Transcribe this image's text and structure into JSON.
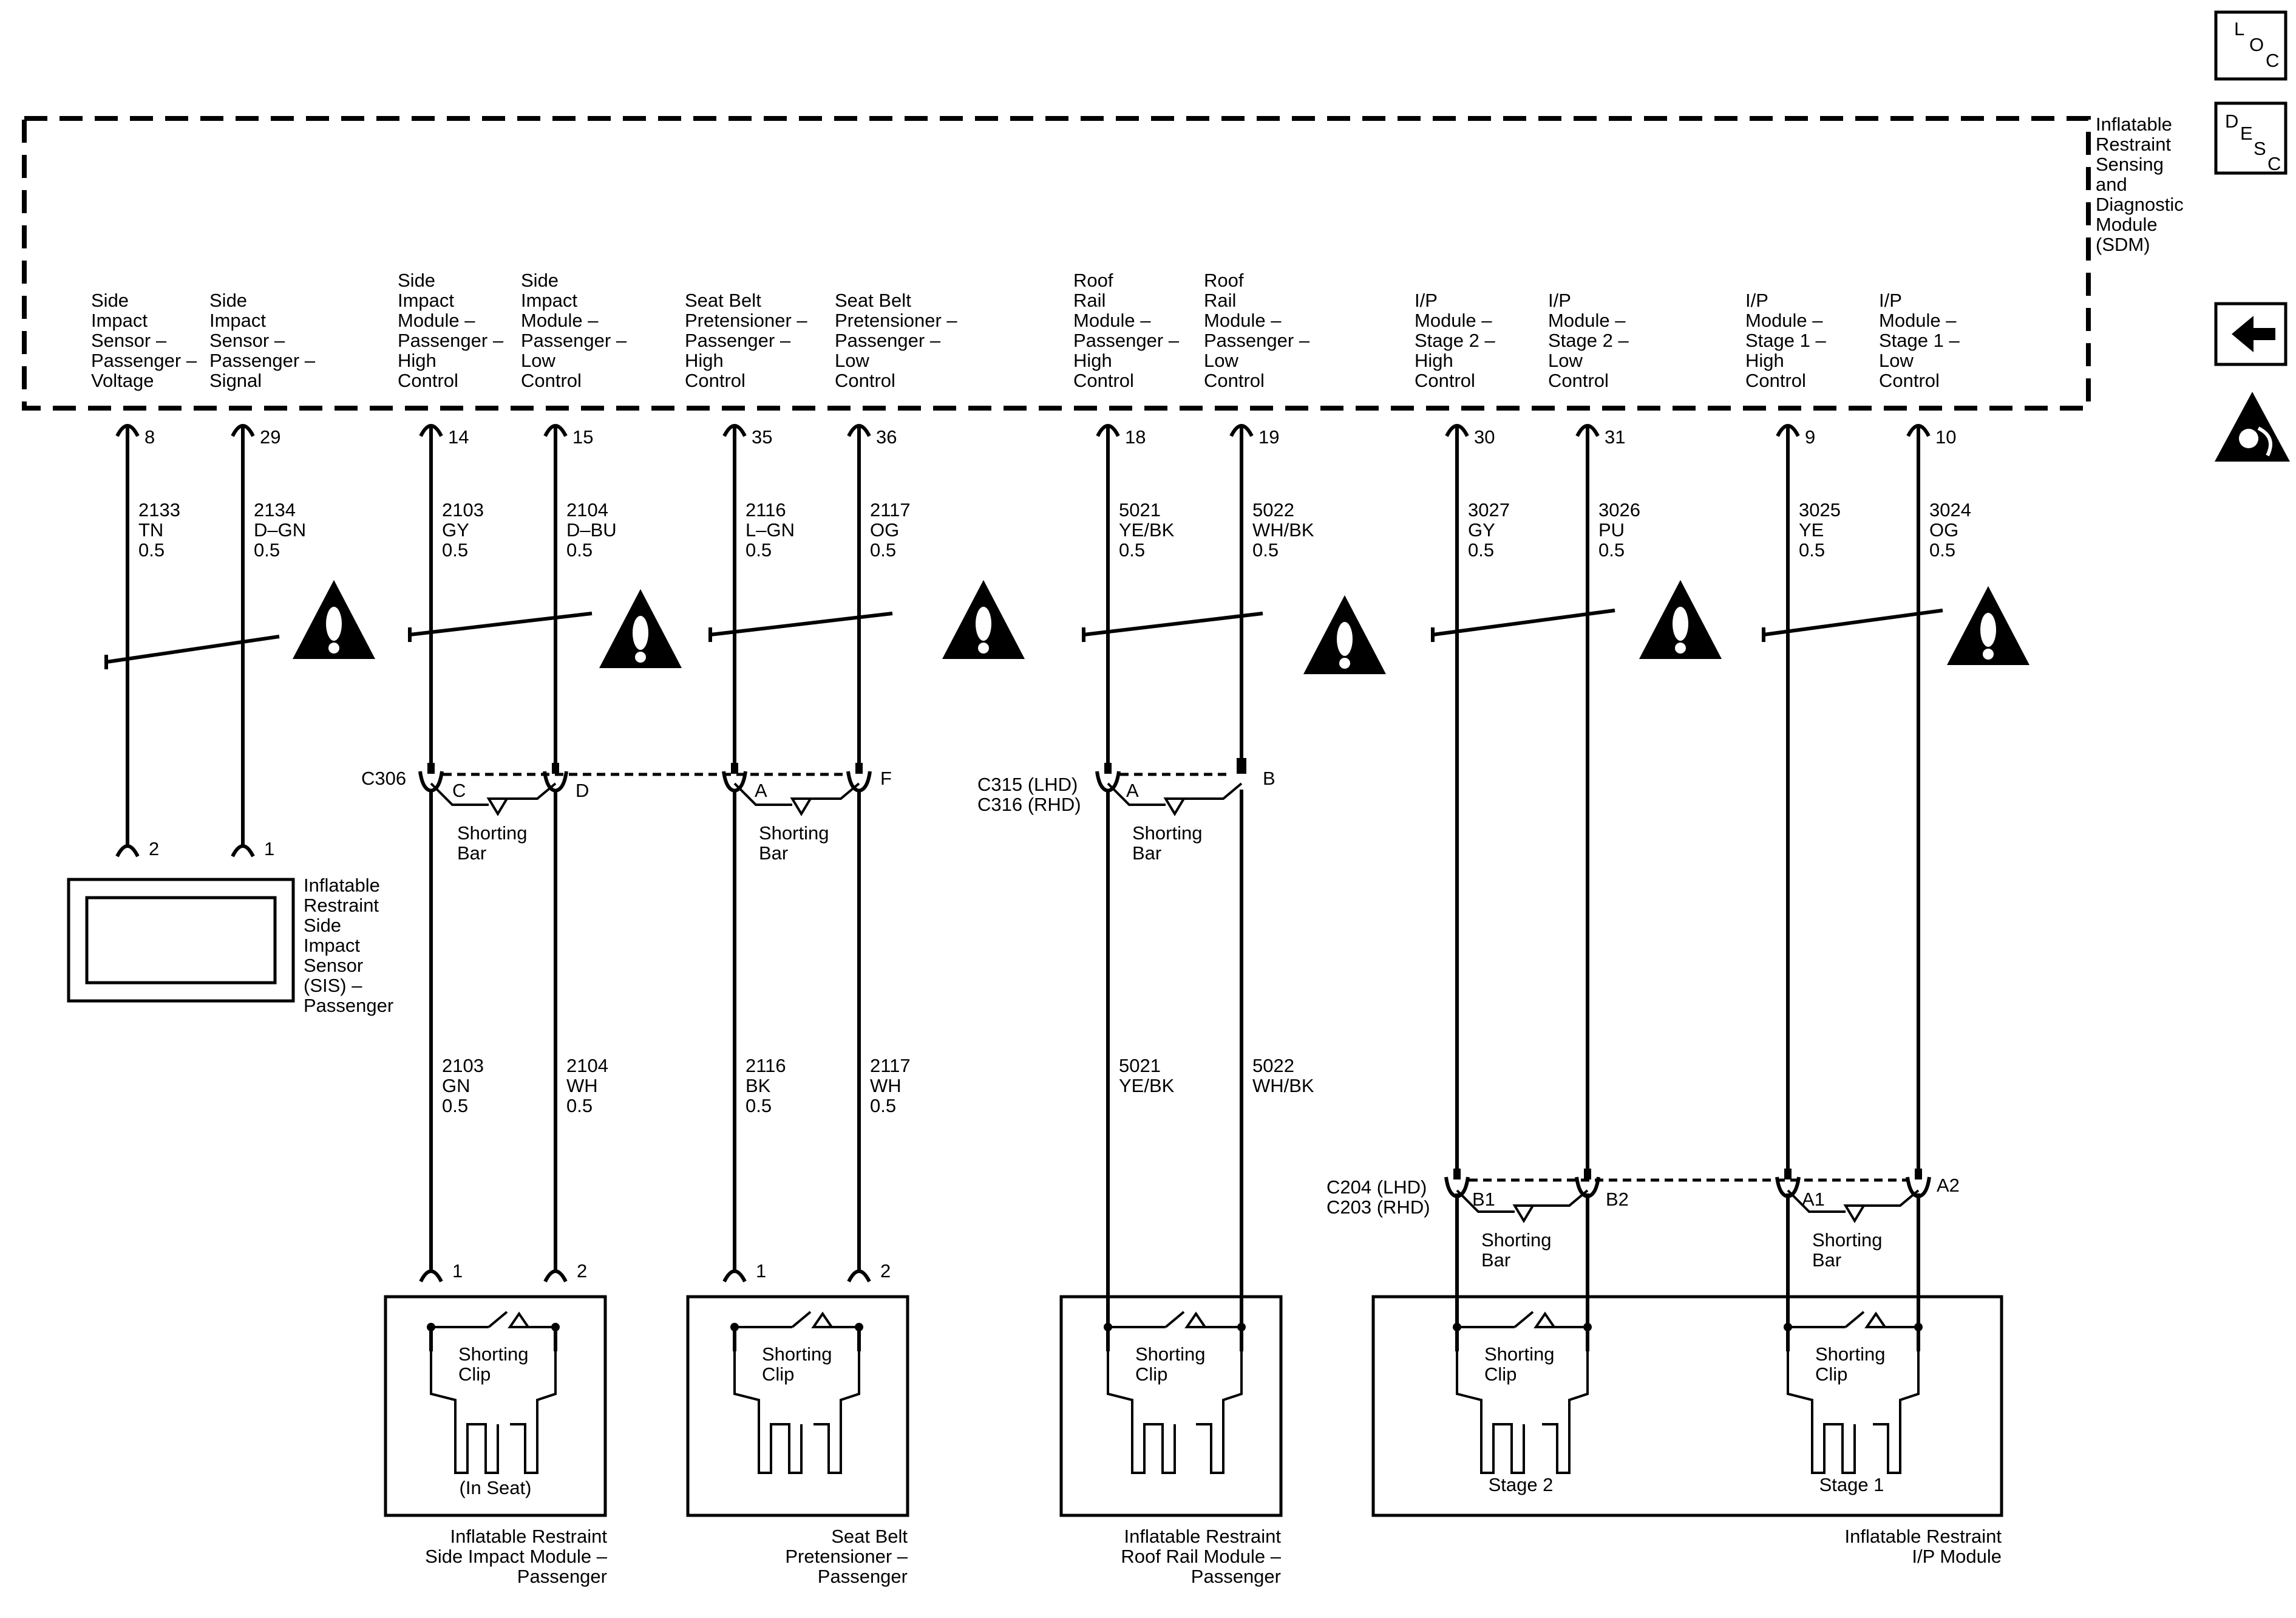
{
  "icons": {
    "loc": {
      "letters": [
        "L",
        "O",
        "C"
      ],
      "name": "loc-icon"
    },
    "desc": {
      "letters": [
        "D",
        "E",
        "S",
        "C"
      ],
      "name": "desc-icon"
    },
    "back": {
      "name": "back-arrow-icon"
    },
    "airbag": {
      "name": "airbag-symbol-icon"
    },
    "warning": {
      "name": "warning-triangle-icon",
      "glyph": "!"
    }
  },
  "sdm": {
    "label": [
      "Inflatable",
      "Restraint",
      "Sensing",
      "and",
      "Diagnostic",
      "Module",
      "(SDM)"
    ]
  },
  "circuits": [
    {
      "id": "c8",
      "pin": "8",
      "func": [
        "Side",
        "Impact",
        "Sensor –",
        "Passenger –",
        "Voltage"
      ],
      "upper": [
        "2133",
        "TN",
        "0.5"
      ]
    },
    {
      "id": "c29",
      "pin": "29",
      "func": [
        "Side",
        "Impact",
        "Sensor –",
        "Passenger –",
        "Signal"
      ],
      "upper": [
        "2134",
        "D–GN",
        "0.5"
      ]
    },
    {
      "id": "c14",
      "pin": "14",
      "func": [
        "Side",
        "Impact",
        "Module –",
        "Passenger –",
        "High",
        "Control"
      ],
      "upper": [
        "2103",
        "GY",
        "0.5"
      ],
      "lower": [
        "2103",
        "GN",
        "0.5"
      ]
    },
    {
      "id": "c15",
      "pin": "15",
      "func": [
        "Side",
        "Impact",
        "Module –",
        "Passenger –",
        "Low",
        "Control"
      ],
      "upper": [
        "2104",
        "D–BU",
        "0.5"
      ],
      "lower": [
        "2104",
        "WH",
        "0.5"
      ]
    },
    {
      "id": "c35",
      "pin": "35",
      "func": [
        "Seat Belt",
        "Pretensioner –",
        "Passenger –",
        "High",
        "Control"
      ],
      "upper": [
        "2116",
        "L–GN",
        "0.5"
      ],
      "lower": [
        "2116",
        "BK",
        "0.5"
      ]
    },
    {
      "id": "c36",
      "pin": "36",
      "func": [
        "Seat Belt",
        "Pretensioner –",
        "Passenger –",
        "Low",
        "Control"
      ],
      "upper": [
        "2117",
        "OG",
        "0.5"
      ],
      "lower": [
        "2117",
        "WH",
        "0.5"
      ]
    },
    {
      "id": "c18",
      "pin": "18",
      "func": [
        "Roof",
        "Rail",
        "Module –",
        "Passenger –",
        "High",
        "Control"
      ],
      "upper": [
        "5021",
        "YE/BK",
        "0.5"
      ],
      "lower": [
        "5021",
        "YE/BK"
      ]
    },
    {
      "id": "c19",
      "pin": "19",
      "func": [
        "Roof",
        "Rail",
        "Module –",
        "Passenger –",
        "Low",
        "Control"
      ],
      "upper": [
        "5022",
        "WH/BK",
        "0.5"
      ],
      "lower": [
        "5022",
        "WH/BK"
      ]
    },
    {
      "id": "c30",
      "pin": "30",
      "func": [
        "I/P",
        "Module –",
        "Stage 2 –",
        "High",
        "Control"
      ],
      "upper": [
        "3027",
        "GY",
        "0.5"
      ]
    },
    {
      "id": "c31",
      "pin": "31",
      "func": [
        "I/P",
        "Module –",
        "Stage 2 –",
        "Low",
        "Control"
      ],
      "upper": [
        "3026",
        "PU",
        "0.5"
      ]
    },
    {
      "id": "c9",
      "pin": "9",
      "func": [
        "I/P",
        "Module –",
        "Stage 1 –",
        "High",
        "Control"
      ],
      "upper": [
        "3025",
        "YE",
        "0.5"
      ]
    },
    {
      "id": "c10",
      "pin": "10",
      "func": [
        "I/P",
        "Module –",
        "Stage 1 –",
        "Low",
        "Control"
      ],
      "upper": [
        "3024",
        "OG",
        "0.5"
      ]
    }
  ],
  "connectors": {
    "c306": {
      "name": [
        "C306"
      ],
      "pins": [
        "C",
        "D",
        "A",
        "F"
      ]
    },
    "c315": {
      "name": [
        "C315 (LHD)",
        "C316 (RHD)"
      ],
      "pins": [
        "A",
        "B"
      ]
    },
    "c204": {
      "name": [
        "C204 (LHD)",
        "C203 (RHD)"
      ],
      "pins": [
        "B1",
        "B2",
        "A1",
        "A2"
      ]
    },
    "sensor_pins": [
      "2",
      "1"
    ],
    "module_pins": [
      "1",
      "2",
      "1",
      "2"
    ]
  },
  "shorting_bar": [
    "Shorting",
    "Bar"
  ],
  "shorting_clip": [
    "Shorting",
    "Clip"
  ],
  "components": {
    "sis": [
      "Inflatable",
      "Restraint",
      "Side",
      "Impact",
      "Sensor",
      "(SIS) –",
      "Passenger"
    ],
    "side_module": {
      "inner": "(In Seat)",
      "label": [
        "Inflatable Restraint",
        "Side Impact Module –",
        "Passenger"
      ]
    },
    "pretensioner": {
      "label": [
        "Seat Belt",
        "Pretensioner –",
        "Passenger"
      ]
    },
    "roof_rail": {
      "label": [
        "Inflatable Restraint",
        "Roof Rail Module –",
        "Passenger"
      ]
    },
    "ip_module": {
      "stage2": "Stage 2",
      "stage1": "Stage 1",
      "label": [
        "Inflatable Restraint",
        "I/P Module"
      ]
    }
  }
}
